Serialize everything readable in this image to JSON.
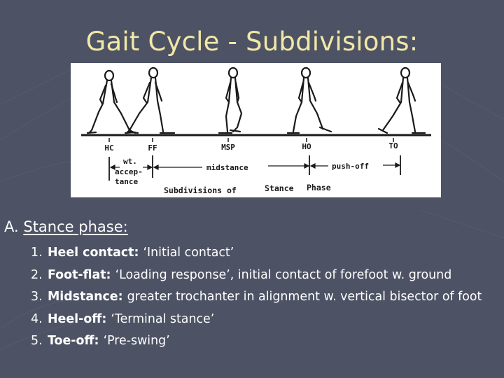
{
  "slide": {
    "title": "Gait Cycle - Subdivisions:"
  },
  "figure": {
    "event_labels": [
      "HC",
      "FF",
      "MSP",
      "HO",
      "TO"
    ],
    "phase_labels": {
      "acceptance_line1": "wt.",
      "acceptance_line2": "accep-",
      "acceptance_line3": "tance",
      "midstance": "midstance",
      "pushoff": "push-off"
    },
    "caption_part1": "Subdivisions of",
    "caption_part2": "Stance",
    "caption_part3": "Phase"
  },
  "section": {
    "prefix": "A.",
    "label": "Stance phase:"
  },
  "stance_items": [
    {
      "num": "1.",
      "term": "Heel contact",
      "desc": "‘Initial contact’"
    },
    {
      "num": "2.",
      "term": "Foot-flat",
      "desc": "‘Loading response’, initial contact of forefoot w. ground"
    },
    {
      "num": "3.",
      "term": "Midstance",
      "desc": "greater trochanter in alignment w. vertical bisector of foot"
    },
    {
      "num": "4.",
      "term": "Heel-off",
      "desc": "‘Terminal stance’"
    },
    {
      "num": "5.",
      "term": "Toe-off",
      "desc": "‘Pre-swing’"
    }
  ],
  "colors": {
    "background": "#4d5264",
    "title": "#f2e8a6",
    "text": "#ffffff",
    "figure_bg": "#ffffff",
    "figure_ink": "#1a1a1a"
  }
}
